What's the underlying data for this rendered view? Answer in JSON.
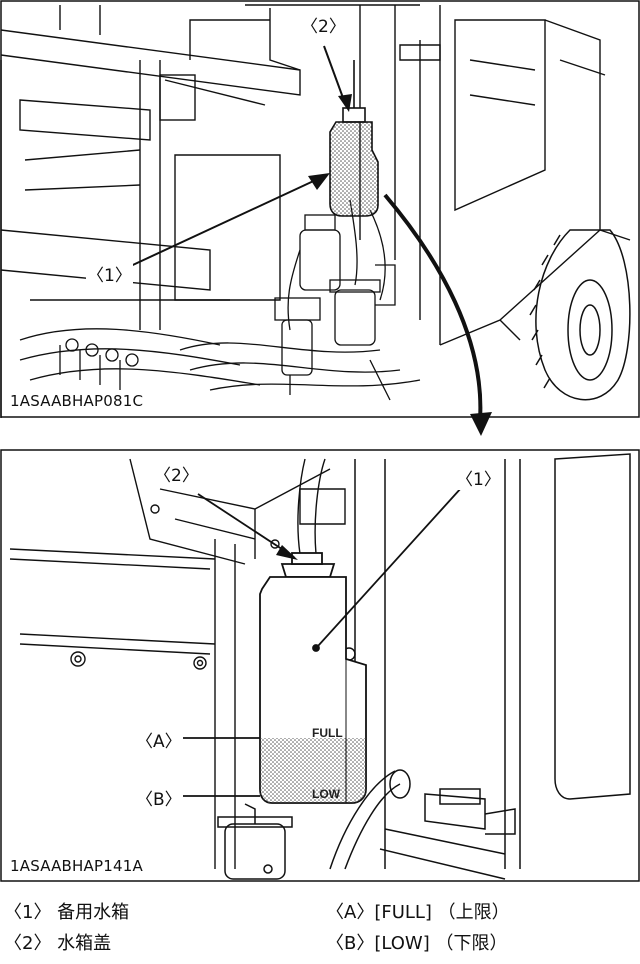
{
  "figures": {
    "top": {
      "code": "1ASAABHAP081C",
      "callouts": {
        "c1": "〈1〉",
        "c2": "〈2〉"
      }
    },
    "bottom": {
      "code": "1ASAABHAP141A",
      "callouts": {
        "c1": "〈1〉",
        "c2": "〈2〉",
        "cA": "〈A〉",
        "cB": "〈B〉"
      },
      "tank_marks": {
        "full": "FULL",
        "low": "LOW"
      }
    }
  },
  "legend": {
    "item1": "〈1〉 备用水箱",
    "item2": "〈2〉 水箱盖",
    "itemA": "〈A〉[FULL] （上限）",
    "itemB": "〈B〉[LOW] （下限）"
  },
  "colors": {
    "line": "#111111",
    "fill_dots": "#777777",
    "background": "#ffffff"
  }
}
